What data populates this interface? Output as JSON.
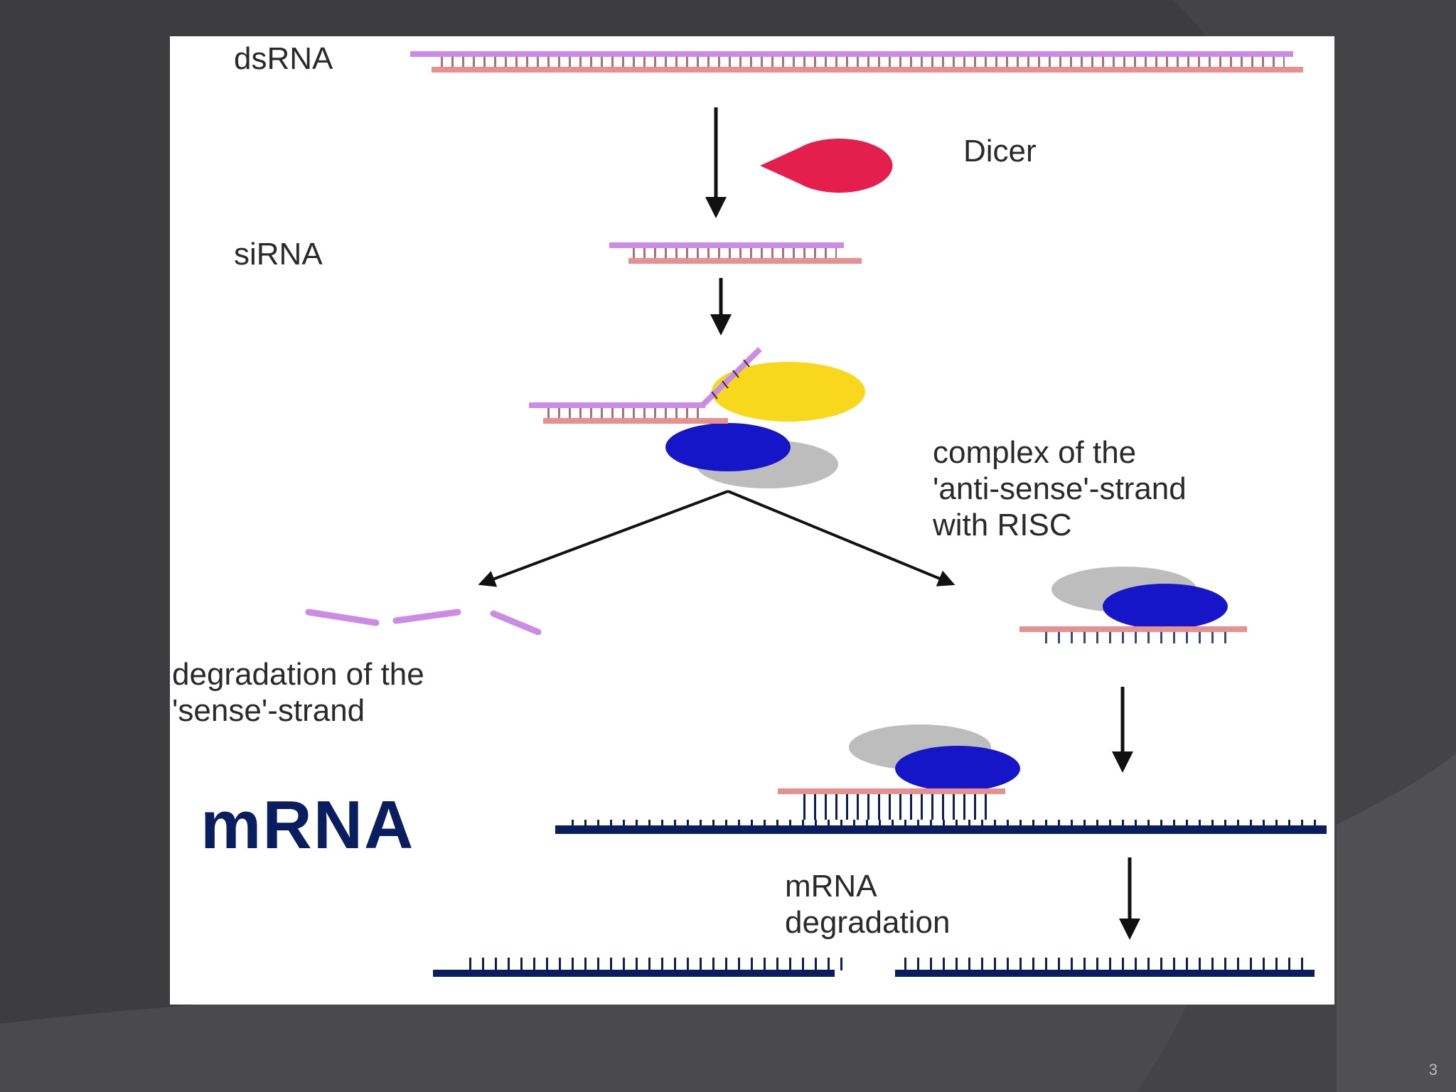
{
  "slide": {
    "page_number": "3"
  },
  "labels": {
    "dsrna": "dsRNA",
    "dicer": "Dicer",
    "sirna": "siRNA",
    "complex_line1": "complex of the",
    "complex_line2": "'anti-sense'-strand",
    "complex_line3": "with RISC",
    "degradation_line1": "degradation of the",
    "degradation_line2": "'sense'-strand",
    "mrna": "mRNA",
    "mrna_deg_line1": "mRNA",
    "mrna_deg_line2": "degradation"
  },
  "colors": {
    "slide_bg": "#3d3d3f",
    "sense_strand": "#cc8ce6",
    "antisense_strand": "#e88f8f",
    "dicer": "#e41f4d",
    "risc_yellow": "#f8d81c",
    "risc_blue": "#1616c8",
    "risc_grey": "#bdbdbd",
    "mrna": "#0a1d5e"
  }
}
